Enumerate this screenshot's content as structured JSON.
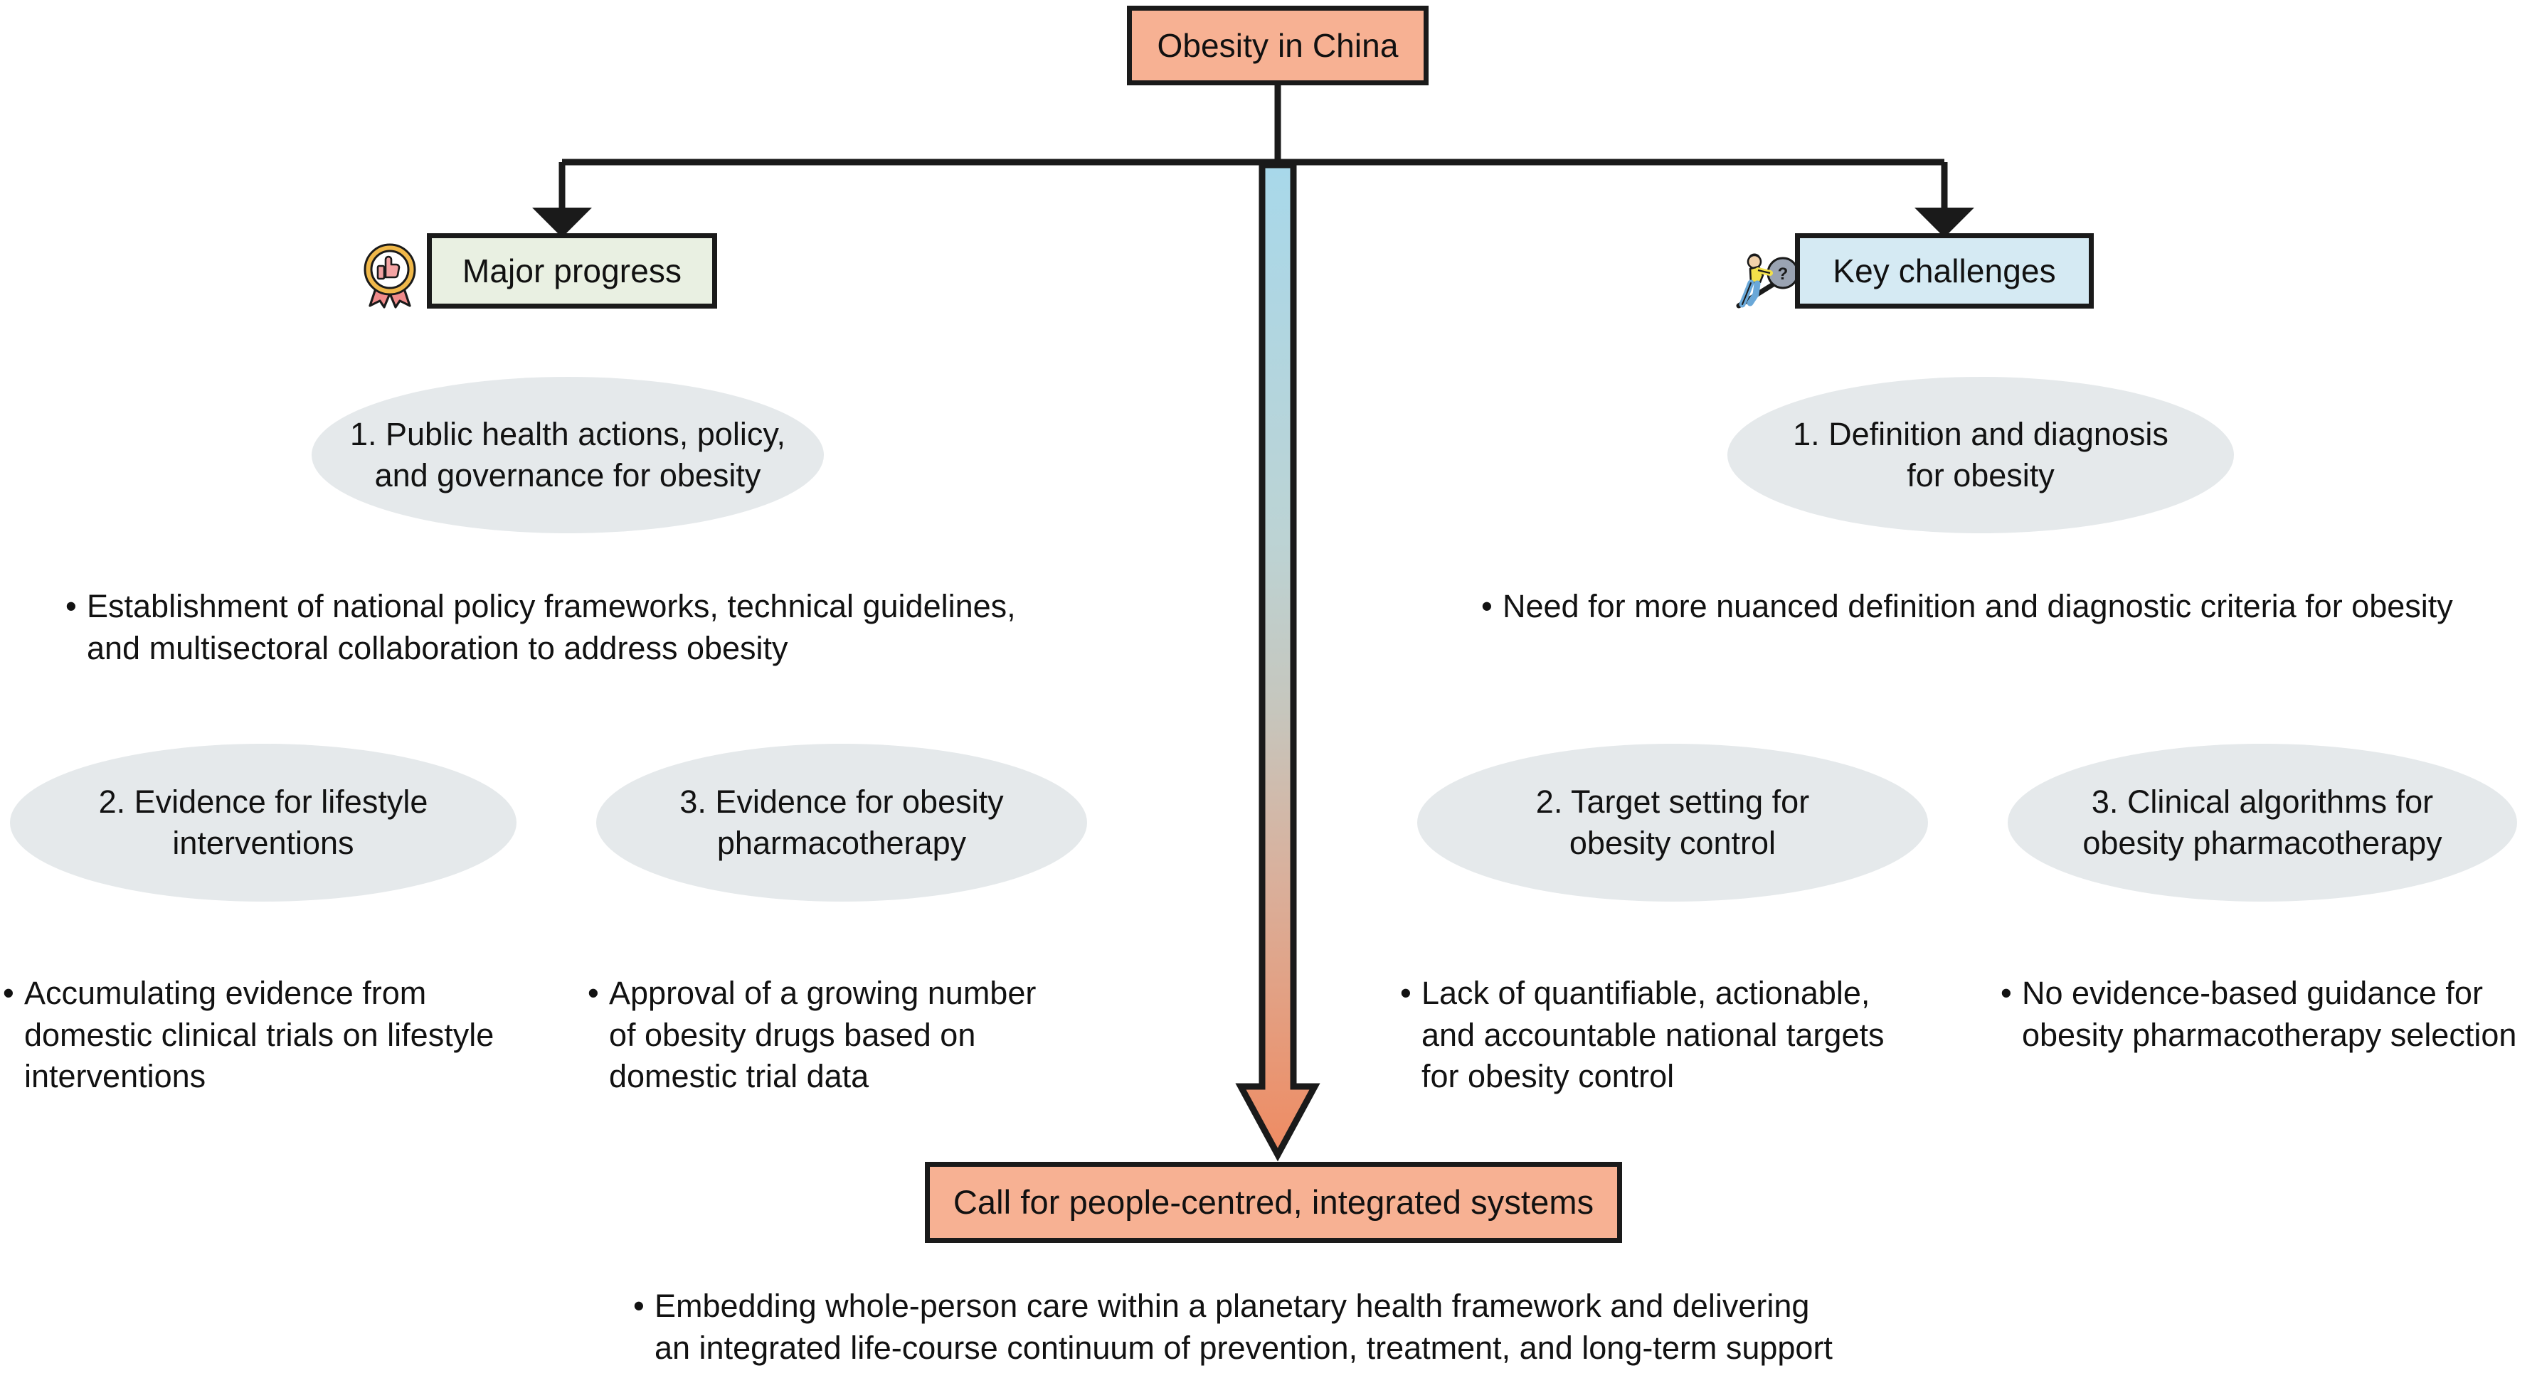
{
  "diagram": {
    "title": "Obesity in China",
    "root": {
      "label": "Obesity in China",
      "fill": "#f7b193"
    },
    "bottom": {
      "label": "Call for people-centred, integrated systems",
      "fill": "#f7b193",
      "bullet": {
        "marker": "•",
        "line1": "Embedding whole-person care within a planetary health framework and delivering",
        "line2": "an integrated life-course continuum of prevention, treatment, and long-term support"
      }
    },
    "center_arrow": {
      "gradient_top": "#a8d8ea",
      "gradient_mid": "#c3c5c0",
      "gradient_bottom": "#ef8b62",
      "icon": "down-arrow-gradient"
    },
    "branches": [
      {
        "id": "major-progress",
        "label": "Major progress",
        "fill": "#e9f0e2",
        "icon": "award-ribbon-icon",
        "nodes": [
          {
            "ellipse_line1": "1. Public health actions, policy,",
            "ellipse_line2": "and governance for obesity",
            "bullet_marker": "•",
            "bullet_line1": "Establishment of national policy frameworks, technical guidelines,",
            "bullet_line2": "and multisectoral collaboration to address obesity"
          },
          {
            "ellipse_line1": "2. Evidence for lifestyle",
            "ellipse_line2": "interventions",
            "bullet_marker": "•",
            "bullet_line1": "Accumulating evidence from",
            "bullet_line2": "domestic clinical trials on lifestyle",
            "bullet_line3": "interventions"
          },
          {
            "ellipse_line1": "3. Evidence for obesity",
            "ellipse_line2": "pharmacotherapy",
            "bullet_marker": "•",
            "bullet_line1": "Approval of a growing number",
            "bullet_line2": "of obesity drugs based on",
            "bullet_line3": "domestic trial data"
          }
        ]
      },
      {
        "id": "key-challenges",
        "label": "Key challenges",
        "fill": "#d5eaf3",
        "icon": "person-pushing-boulder-question-icon",
        "nodes": [
          {
            "ellipse_line1": "1. Definition and diagnosis",
            "ellipse_line2": "for obesity",
            "bullet_marker": "•",
            "bullet_line1": "Need for more nuanced definition and diagnostic criteria for obesity"
          },
          {
            "ellipse_line1": "2. Target setting for",
            "ellipse_line2": "obesity control",
            "bullet_marker": "•",
            "bullet_line1": "Lack of quantifiable, actionable,",
            "bullet_line2": "and accountable national targets",
            "bullet_line3": "for obesity control"
          },
          {
            "ellipse_line1": "3. Clinical algorithms for",
            "ellipse_line2": "obesity pharmacotherapy",
            "bullet_marker": "•",
            "bullet_line1": "No evidence-based guidance for",
            "bullet_line2": "obesity pharmacotherapy selection"
          }
        ]
      }
    ],
    "colors": {
      "ellipse_fill": "#e5e9eb",
      "line": "#1a1a1a",
      "text": "#121212",
      "background": "#ffffff"
    }
  }
}
